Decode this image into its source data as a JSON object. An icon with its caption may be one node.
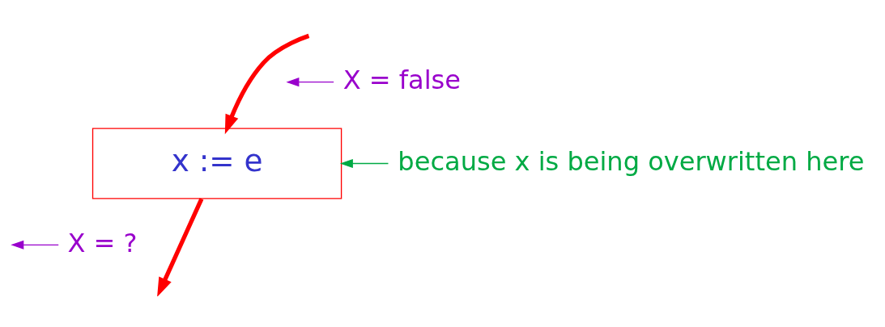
{
  "diagram": {
    "nodes": [
      {
        "text": [
          "x := e"
        ]
      },
      {
        "text": [
          "X = false"
        ]
      },
      {
        "text": [
          "X = ?"
        ]
      },
      {
        "text": [
          "because x is being overwritten here"
        ]
      }
    ],
    "edges": [
      {
        "from": null,
        "to": 0,
        "arrow": "to",
        "style": "thick",
        "color": "#ff0000"
      },
      {
        "from": 0,
        "to": null,
        "arrow": "to",
        "style": "thick",
        "color": "#ff0000"
      },
      {
        "from": 1,
        "to": null,
        "arrow": "to",
        "color": "#9900cc"
      },
      {
        "from": 2,
        "to": null,
        "arrow": "to",
        "color": "#9900cc"
      },
      {
        "from": 3,
        "to": 0,
        "arrow": "to",
        "color": "#00aa44"
      }
    ]
  }
}
